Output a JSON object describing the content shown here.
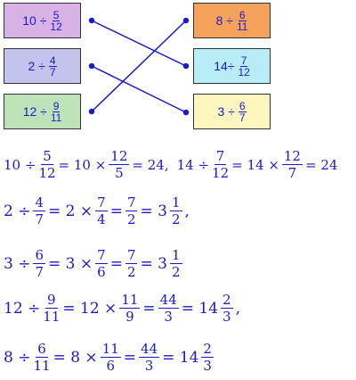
{
  "left_boxes": [
    {
      "whole": "10 ÷",
      "num": "5",
      "den": "12",
      "color": "#d9b3e6"
    },
    {
      "whole": "2 ÷",
      "num": "4",
      "den": "7",
      "color": "#c3c3ec"
    },
    {
      "whole": "12 ÷",
      "num": "9",
      "den": "11",
      "color": "#bfe3b8"
    }
  ],
  "right_boxes": [
    {
      "whole": "8 ÷",
      "num": "6",
      "den": "11",
      "color": "#f4a25c"
    },
    {
      "whole": "14÷",
      "num": "7",
      "den": "12",
      "color": "#b8ecf7"
    },
    {
      "whole": "3 ÷",
      "num": "6",
      "den": "7",
      "color": "#fdf6bf"
    }
  ],
  "equations": {
    "e1": {
      "a": "10 ÷",
      "f1n": "5",
      "f1d": "12",
      "b": "= 10 ×",
      "f2n": "12",
      "f2d": "5",
      "c": "= 24,",
      "a2": "14 ÷",
      "f3n": "7",
      "f3d": "12",
      "b2": "= 14 ×",
      "f4n": "12",
      "f4d": "7",
      "c2": "= 24"
    },
    "e2": {
      "a": "2 ÷",
      "f1n": "4",
      "f1d": "7",
      "b": "= 2 ×",
      "f2n": "7",
      "f2d": "4",
      "eq1": "=",
      "f3n": "7",
      "f3d": "2",
      "eq2": "= 3",
      "mn": "1",
      "md": "2",
      "tail": ","
    },
    "e3": {
      "a": "3 ÷",
      "f1n": "6",
      "f1d": "7",
      "b": "= 3 ×",
      "f2n": "7",
      "f2d": "6",
      "eq1": "=",
      "f3n": "7",
      "f3d": "2",
      "eq2": "= 3",
      "mn": "1",
      "md": "2",
      "tail": ""
    },
    "e4": {
      "a": "12 ÷",
      "f1n": "9",
      "f1d": "11",
      "b": "= 12 ×",
      "f2n": "11",
      "f2d": "9",
      "eq1": "=",
      "f3n": "44",
      "f3d": "3",
      "eq2": "= 14",
      "mn": "2",
      "md": "3",
      "tail": ","
    },
    "e5": {
      "a": "8 ÷",
      "f1n": "6",
      "f1d": "11",
      "b": "= 8 ×",
      "f2n": "11",
      "f2d": "6",
      "eq1": "=",
      "f3n": "44",
      "f3d": "3",
      "eq2": "= 14",
      "mn": "2",
      "md": "3",
      "tail": ""
    }
  }
}
